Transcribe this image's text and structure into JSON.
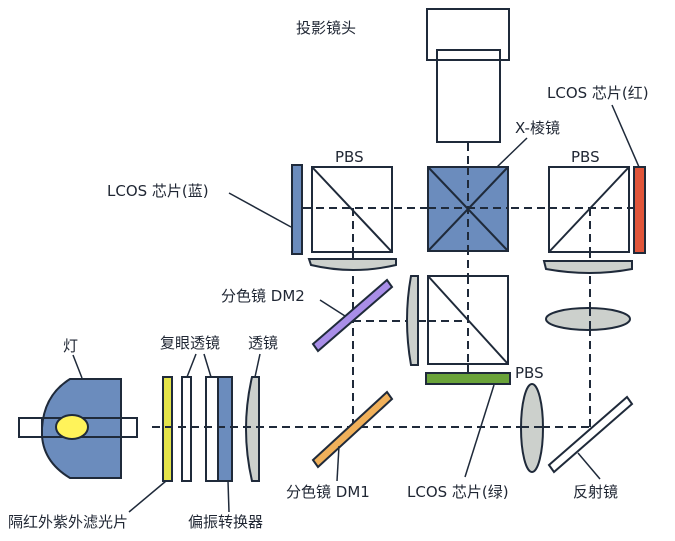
{
  "title": "LCOS 投影光路示意图",
  "colors": {
    "outline": "#1f2a3a",
    "blue_part": "#6b8cbd",
    "red_chip": "#e0553a",
    "green_chip": "#6aa33a",
    "yellow_filter": "#e4e44a",
    "bulb": "#fff35a",
    "lens_gray": "#ccd0cc",
    "dm2_purple": "#a98ee8",
    "dm1_orange": "#f0b05a",
    "white": "#ffffff"
  },
  "labels": {
    "projection_lens": "投影镜头",
    "lcos_red": "LCOS 芯片(红)",
    "x_prism": "X-棱镜",
    "pbs_left": "PBS",
    "pbs_right": "PBS",
    "pbs_bottom": "PBS",
    "lcos_blue": "LCOS 芯片(蓝)",
    "dm2": "分色镜 DM2",
    "lamp": "灯",
    "fly_eye_lens": "复眼透镜",
    "lens": "透镜",
    "ir_uv_filter": "隔红外紫外滤光片",
    "polarization_converter": "偏振转换器",
    "dm1": "分色镜 DM1",
    "lcos_green": "LCOS 芯片(绿)",
    "reflector": "反射镜"
  }
}
